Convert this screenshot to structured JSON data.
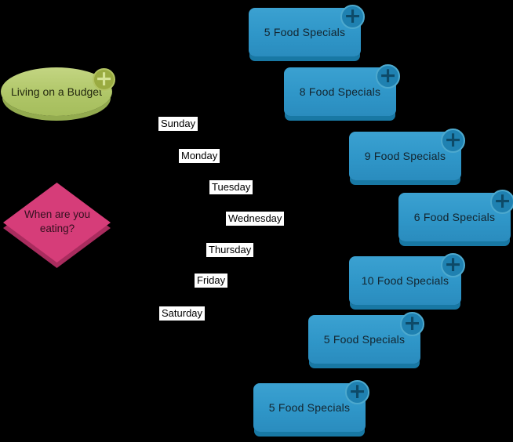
{
  "canvas": {
    "background": "#000000"
  },
  "root_node": {
    "label": "Living on a Budget",
    "fill": "#aec566",
    "shadow": "#93ab4f"
  },
  "question_node": {
    "label": "When are you eating?",
    "fill": "#d63d79",
    "shadow": "#a92c5e"
  },
  "day_labels": [
    "Sunday",
    "Monday",
    "Tuesday",
    "Wednesday",
    "Thursday",
    "Friday",
    "Saturday"
  ],
  "special_nodes": [
    "5 Food Specials",
    "8 Food Specials",
    "9 Food Specials",
    "6 Food Specials",
    "10 Food Specials",
    "5 Food Specials",
    "5 Food Specials"
  ],
  "icons": {
    "add": "+"
  },
  "colors": {
    "special_fill": "#2f96c8",
    "special_shadow": "#1878a4",
    "badge_blue": "#1f81b1",
    "badge_blue_ring": "#4da9ce",
    "badge_green": "#9aab41",
    "label_background": "#ffffff",
    "background": "#000000"
  }
}
